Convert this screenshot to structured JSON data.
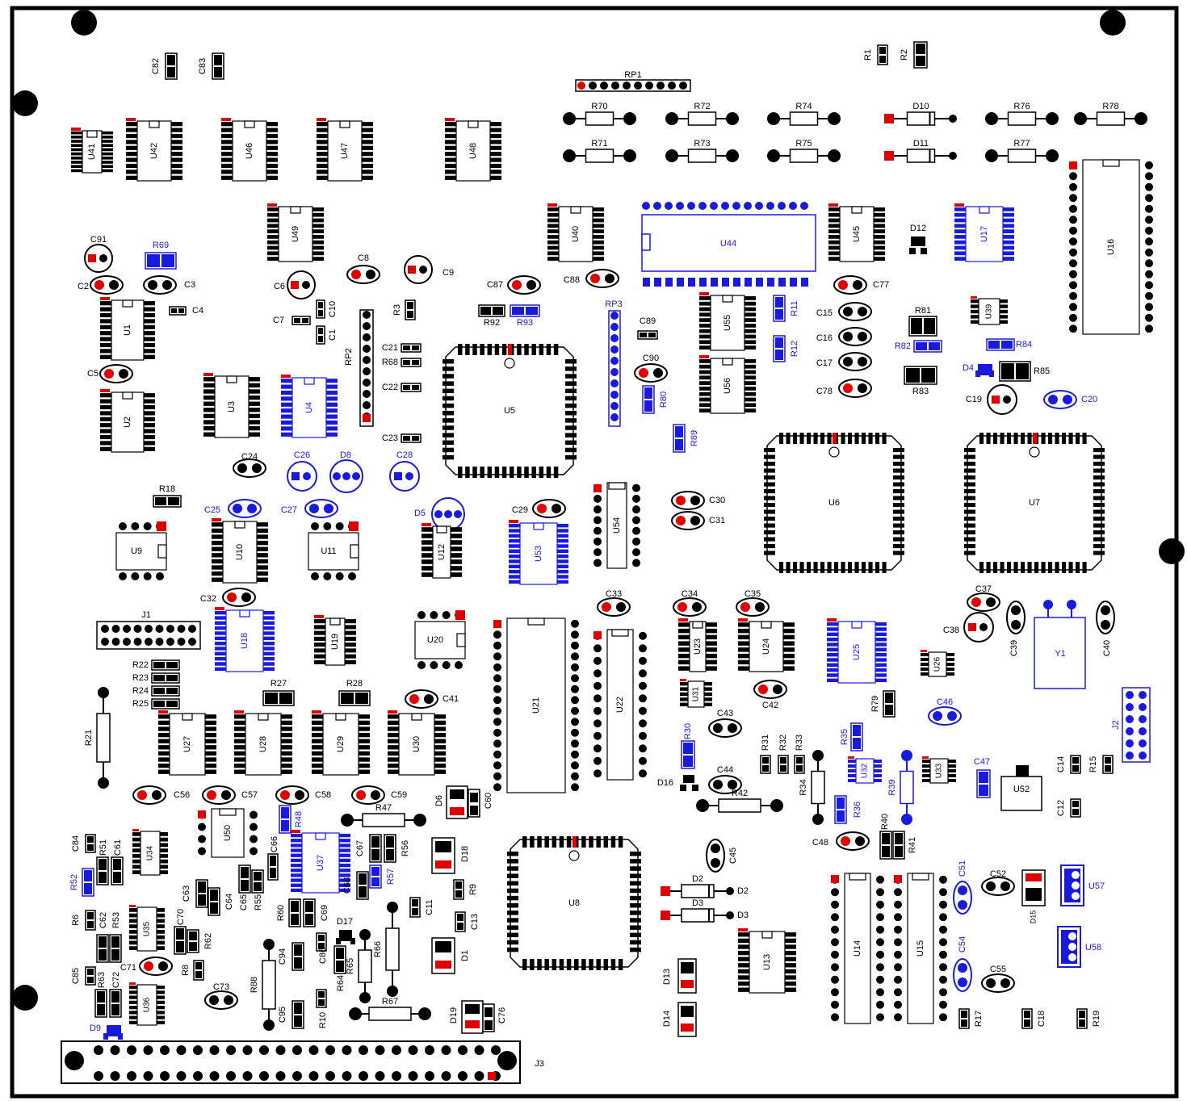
{
  "board": {
    "colors": {
      "ink": "#000000",
      "pin1": "#e10000",
      "blue": "#1a1adc",
      "bg": "#ffffff"
    },
    "labels": {
      "U41": "U41",
      "U42": "U42",
      "U46": "U46",
      "U47": "U47",
      "U48": "U48",
      "U49": "U49",
      "U40": "U40",
      "U45": "U45",
      "U17": "U17",
      "U16": "U16",
      "U44": "U44",
      "U1": "U1",
      "U2": "U2",
      "U3": "U3",
      "U4": "U4",
      "U5": "U5",
      "U55": "U55",
      "U56": "U56",
      "U39": "U39",
      "U6": "U6",
      "U7": "U7",
      "U9": "U9",
      "U10": "U10",
      "U11": "U11",
      "U12": "U12",
      "U53": "U53",
      "U54": "U54",
      "U18": "U18",
      "U19": "U19",
      "U20": "U20",
      "U21": "U21",
      "U22": "U22",
      "U23": "U23",
      "U24": "U24",
      "U25": "U25",
      "U26": "U26",
      "U31": "U31",
      "U27": "U27",
      "U28": "U28",
      "U29": "U29",
      "U30": "U30",
      "U32": "U32",
      "U33": "U33",
      "U52": "U52",
      "U34": "U34",
      "U50": "U50",
      "U37": "U37",
      "U8": "U8",
      "U13": "U13",
      "U14": "U14",
      "U15": "U15",
      "U57": "U57",
      "U58": "U58",
      "U35": "U35",
      "U36": "U36",
      "Y1": "Y1",
      "J1": "J1",
      "J2": "J2",
      "J3": "J3",
      "RP1": "RP1",
      "RP2": "RP2",
      "RP3": "RP3",
      "C82": "C82",
      "C83": "C83",
      "R1": "R1",
      "R2": "R2",
      "R70": "R70",
      "R71": "R71",
      "R72": "R72",
      "R73": "R73",
      "R74": "R74",
      "R75": "R75",
      "D10": "D10",
      "D11": "D11",
      "R76": "R76",
      "R77": "R77",
      "R78": "R78",
      "C91": "C91",
      "R69": "R69",
      "C2": "C2",
      "C3": "C3",
      "C4": "C4",
      "C5": "C5",
      "C8": "C8",
      "C9": "C9",
      "C6": "C6",
      "C7": "C7",
      "C10": "C10",
      "C1": "C1",
      "R3": "R3",
      "C87": "C87",
      "C88": "C88",
      "R92": "R92",
      "R93": "R93",
      "C89": "C89",
      "C90": "C90",
      "R80": "R80",
      "R89": "R89",
      "C21": "C21",
      "R68": "R68",
      "C22": "C22",
      "C23": "C23",
      "D12": "D12",
      "C77": "C77",
      "R11": "R11",
      "R12": "R12",
      "C15": "C15",
      "C16": "C16",
      "C17": "C17",
      "C78": "C78",
      "R81": "R81",
      "R82": "R82",
      "R84": "R84",
      "R83": "R83",
      "R85": "R85",
      "D4": "D4",
      "C19": "C19",
      "C20": "C20",
      "C24": "C24",
      "C26": "C26",
      "D8": "D8",
      "C28": "C28",
      "R18": "R18",
      "C25": "C25",
      "C27": "C27",
      "D5": "D5",
      "C29": "C29",
      "C30": "C30",
      "C31": "C31",
      "C32": "C32",
      "C33": "C33",
      "C34": "C34",
      "C35": "C35",
      "C37": "C37",
      "C38": "C38",
      "C39": "C39",
      "C40": "C40",
      "R22": "R22",
      "R23": "R23",
      "R24": "R24",
      "R25": "R25",
      "R21": "R21",
      "R27": "R27",
      "R28": "R28",
      "C41": "C41",
      "C42": "C42",
      "C43": "C43",
      "C44": "C44",
      "R30": "R30",
      "D16": "D16",
      "R31": "R31",
      "R32": "R32",
      "R33": "R33",
      "R35": "R35",
      "R34": "R34",
      "R42": "R42",
      "R36": "R36",
      "R79": "R79",
      "C46": "C46",
      "R39": "R39",
      "C47": "C47",
      "C14": "C14",
      "R15": "R15",
      "C12": "C12",
      "C48": "C48",
      "R40": "R40",
      "R41": "R41",
      "C56": "C56",
      "C57": "C57",
      "C58": "C58",
      "C59": "C59",
      "D6": "D6",
      "C60": "C60",
      "R47": "R47",
      "R48": "R48",
      "C84": "C84",
      "R51": "R51",
      "C61": "C61",
      "R52": "R52",
      "C66": "C66",
      "C67": "C67",
      "R56": "R56",
      "D18": "D18",
      "C45": "C45",
      "D2": "D2",
      "D3": "D3",
      "C63": "C63",
      "C64": "C64",
      "C65": "C65",
      "R55": "R55",
      "C68": "C68",
      "R57": "R57",
      "R9": "R9",
      "C11": "C11",
      "C13": "C13",
      "R6": "R6",
      "C62": "C62",
      "R53": "R53",
      "C70": "C70",
      "R62": "R62",
      "R60": "R60",
      "C69": "C69",
      "D17": "D17",
      "R65": "R65",
      "R66": "R66",
      "D1": "D1",
      "C71": "C71",
      "R8": "R8",
      "C94": "C94",
      "C86": "C86",
      "R64": "R64",
      "C85": "C85",
      "R63": "R63",
      "C72": "C72",
      "C73": "C73",
      "R88": "R88",
      "C95": "C95",
      "R10": "R10",
      "R67": "R67",
      "D19": "D19",
      "C76": "C76",
      "D9": "D9",
      "D13": "D13",
      "D14": "D14",
      "C51": "C51",
      "C52": "C52",
      "D15": "D15",
      "C54": "C54",
      "C55": "C55",
      "R17": "R17",
      "C18": "C18",
      "R19": "R19"
    }
  }
}
